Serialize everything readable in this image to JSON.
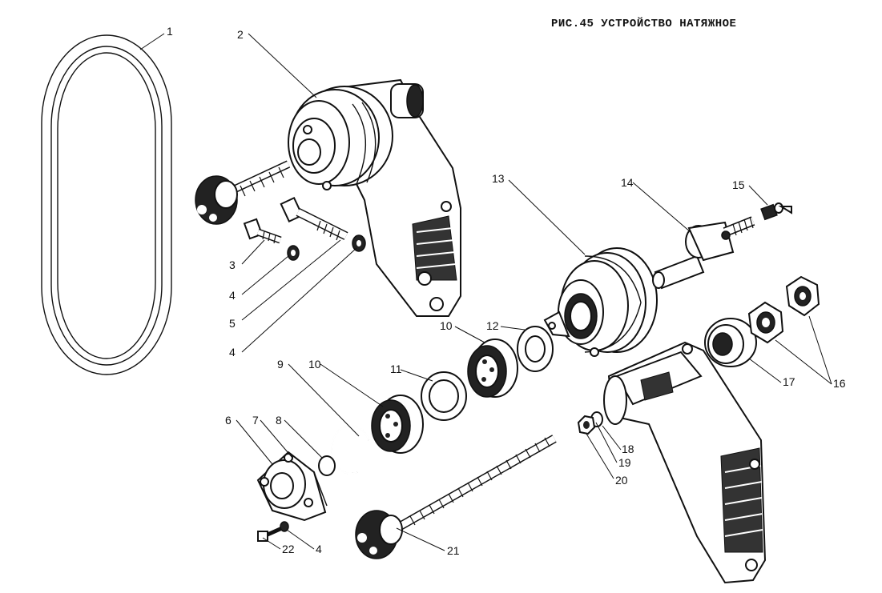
{
  "figure": {
    "title": "РИС.45 УСТРОЙСТВО НАТЯЖНОЕ"
  },
  "callouts": {
    "c1": "1",
    "c2": "2",
    "c3": "3",
    "c4a": "4",
    "c5": "5",
    "c4b": "4",
    "c6": "6",
    "c7": "7",
    "c8": "8",
    "c9": "9",
    "c10a": "10",
    "c10b": "10",
    "c11": "11",
    "c12": "12",
    "c13": "13",
    "c14": "14",
    "c15": "15",
    "c16": "16",
    "c17": "17",
    "c18": "18",
    "c19": "19",
    "c20": "20",
    "c21": "21",
    "c22": "22",
    "c4c": "4"
  }
}
